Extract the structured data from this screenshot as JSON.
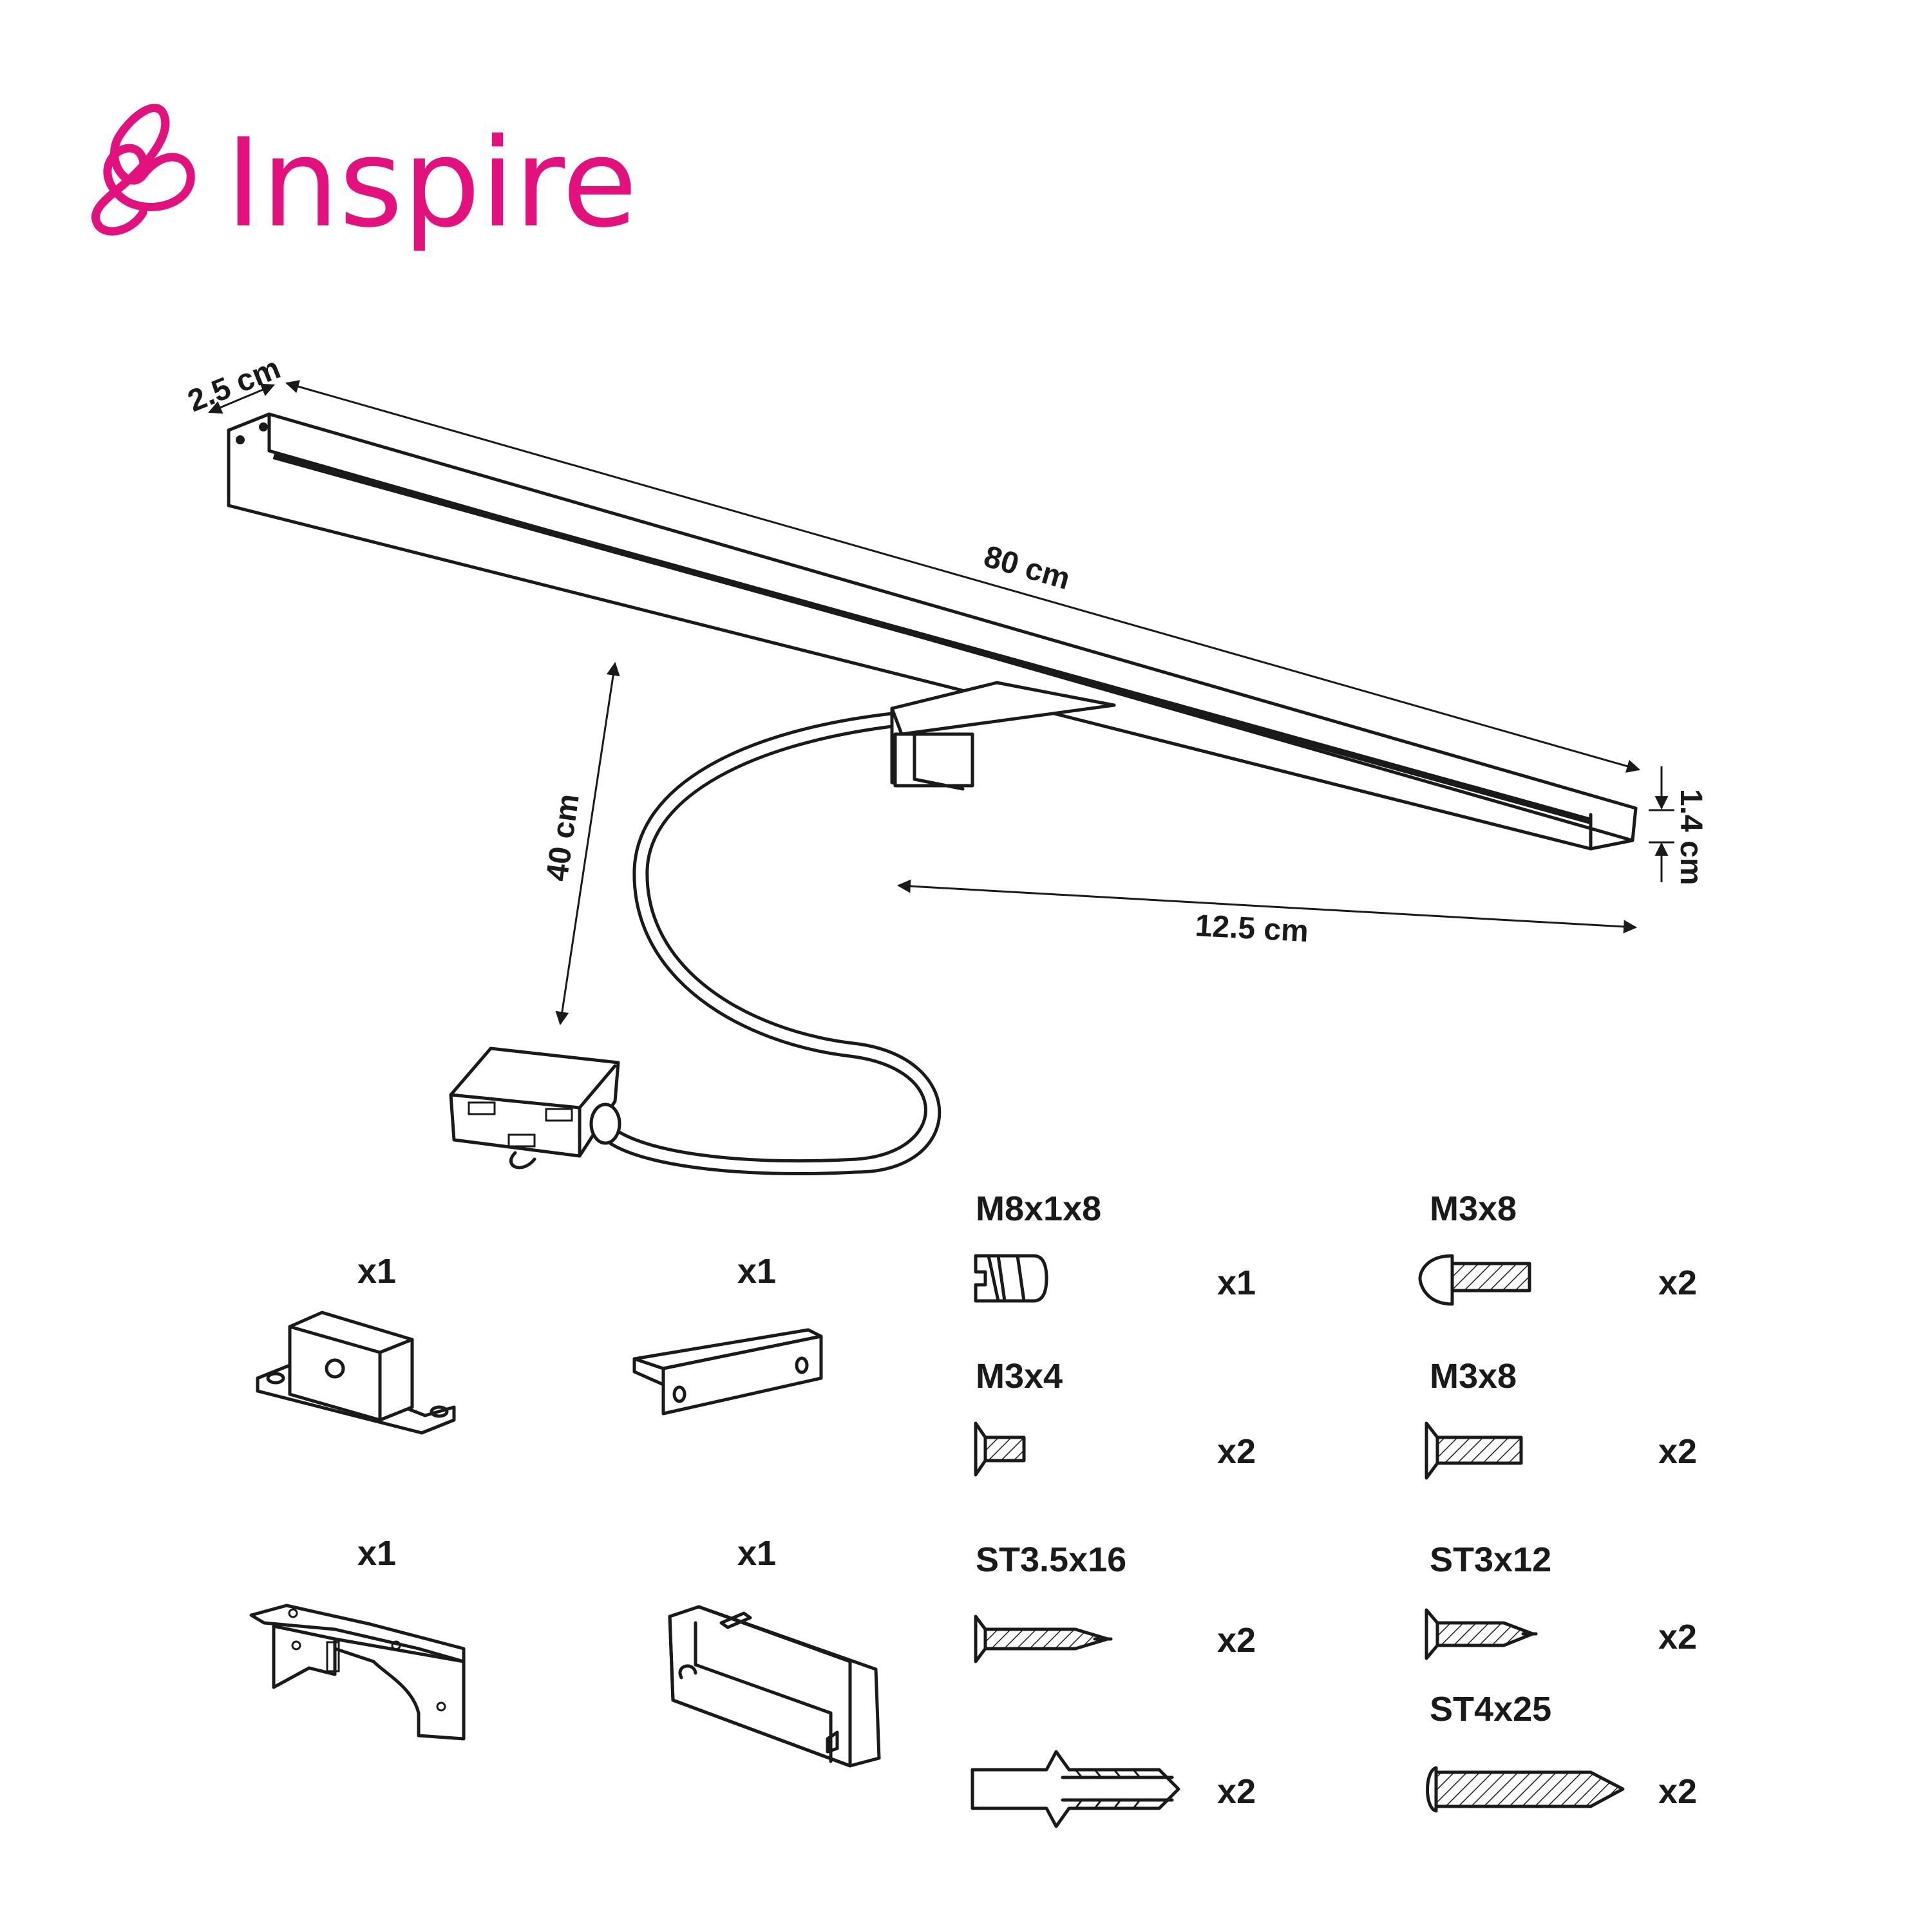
{
  "brand": {
    "name": "Inspire",
    "color": "#e2117d",
    "logo_icon": "cloud-knot-logo-icon"
  },
  "dimensions": {
    "width": "2.5 cm",
    "length": "80 cm",
    "height": "1.4 cm",
    "arm_reach": "12.5 cm",
    "cable_length": "40 cm"
  },
  "brackets": [
    {
      "qty": "x1",
      "icon": "clamp-block-icon"
    },
    {
      "qty": "x1",
      "icon": "flat-bracket-icon"
    },
    {
      "qty": "x1",
      "icon": "saddle-clamp-icon"
    },
    {
      "qty": "x1",
      "icon": "junction-box-cover-icon"
    }
  ],
  "hardware": [
    {
      "label": "M8x1x8",
      "qty": "x1",
      "icon": "grub-screw-icon"
    },
    {
      "label": "M3x4",
      "qty": "x2",
      "icon": "countersunk-screw-icon"
    },
    {
      "label": "ST3.5x16",
      "qty": "x2",
      "icon": "tapping-screw-icon"
    },
    {
      "label": "",
      "qty": "x2",
      "icon": "wall-plug-icon"
    },
    {
      "label": "M3x8",
      "qty": "x2",
      "icon": "pan-head-screw-icon"
    },
    {
      "label": "M3x8",
      "qty": "x2",
      "icon": "countersunk-screw-icon"
    },
    {
      "label": "ST3x12",
      "qty": "x2",
      "icon": "tapping-screw-icon"
    },
    {
      "label": "ST4x25",
      "qty": "x2",
      "icon": "long-wood-screw-icon"
    }
  ],
  "colors": {
    "ink": "#1a1a1a",
    "background": "#ffffff"
  }
}
